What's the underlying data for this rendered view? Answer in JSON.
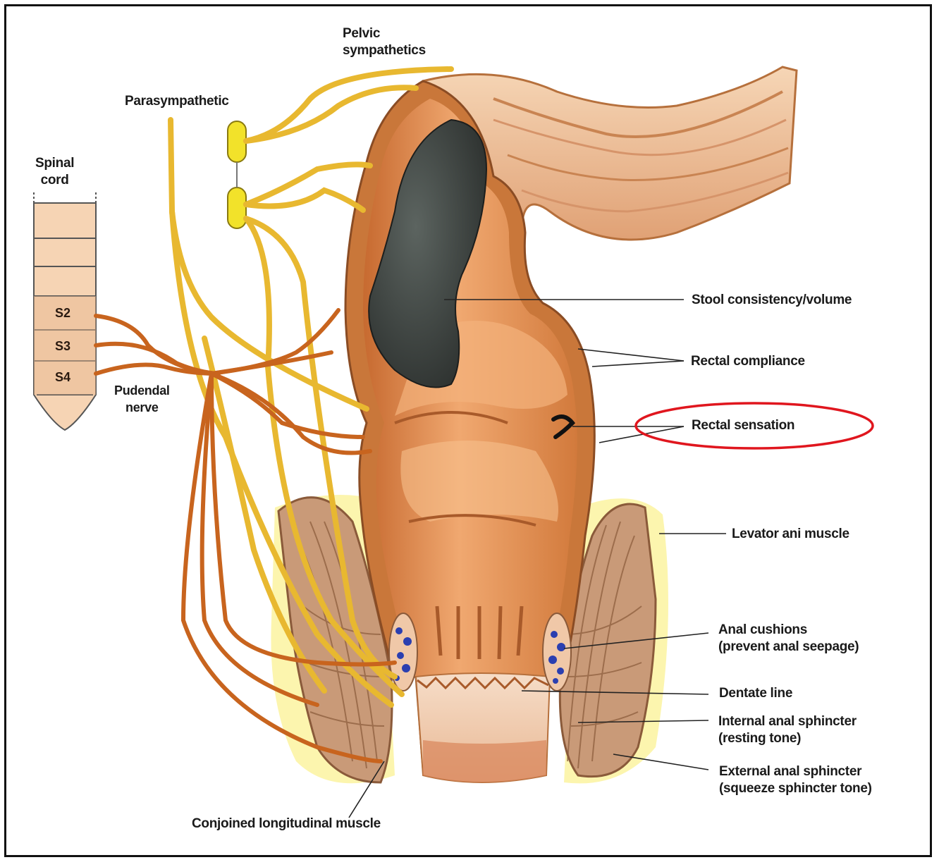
{
  "labels": {
    "pelvic_sympathetics": [
      "Pelvic",
      "sympathetics"
    ],
    "parasympathetic": "Parasympathetic",
    "spinal_cord": [
      "Spinal",
      "cord"
    ],
    "pudendal_nerve": [
      "Pudendal",
      "nerve"
    ],
    "segments": [
      "S2",
      "S3",
      "S4"
    ],
    "stool_consistency": "Stool consistency/volume",
    "rectal_compliance": "Rectal compliance",
    "rectal_sensation": "Rectal sensation",
    "levator_ani": "Levator ani muscle",
    "anal_cushions": [
      "Anal cushions",
      "(prevent anal seepage)"
    ],
    "dentate_line": "Dentate line",
    "internal_sphincter": [
      "Internal anal sphincter",
      "(resting tone)"
    ],
    "external_sphincter": [
      "External anal sphincter",
      "(squeeze sphincter tone)"
    ],
    "conjoined_muscle": "Conjoined longitudinal muscle"
  },
  "colors": {
    "sympathetic_nerve": "#e8b830",
    "pudendal_nerve": "#c8641e",
    "bowel": "#e08a48",
    "bowel_wall": "#c06a38",
    "stool": "#3e4440",
    "highlight_ellipse": "#e0161e",
    "fat": "#fbf3a0",
    "spinal_cord": "#f6d4b4"
  },
  "highlighted_label": "Rectal sensation"
}
